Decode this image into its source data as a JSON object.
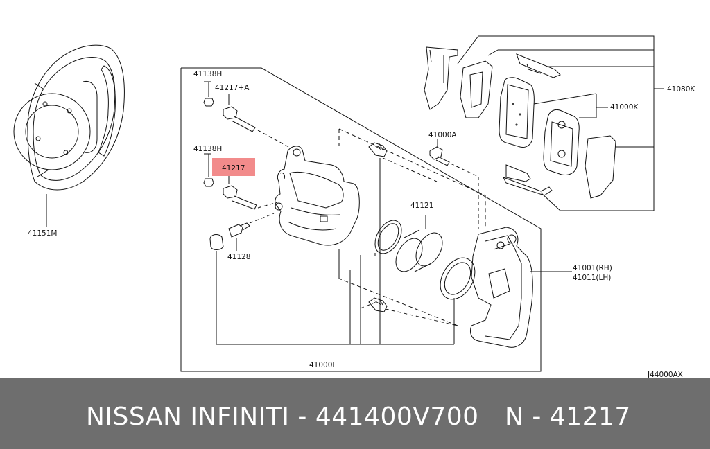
{
  "labels": {
    "l41138h_top": "41138H",
    "l41217a": "41217+A",
    "l41138h_mid": "41138H",
    "l41217": "41217",
    "l41128": "41128",
    "l41000a": "41000A",
    "l41121": "41121",
    "l41000l": "41000L",
    "l41151m": "41151M",
    "l41080k": "41080K",
    "l41000k": "41000K",
    "l41001rh": "41001(RH)",
    "l41011lh": "41011(LH)",
    "code": "J44000AX"
  },
  "highlight_color": "#f28b8b",
  "footer": {
    "brand": "NISSAN INFINITI - 441400V700",
    "part": "N - 41217"
  }
}
